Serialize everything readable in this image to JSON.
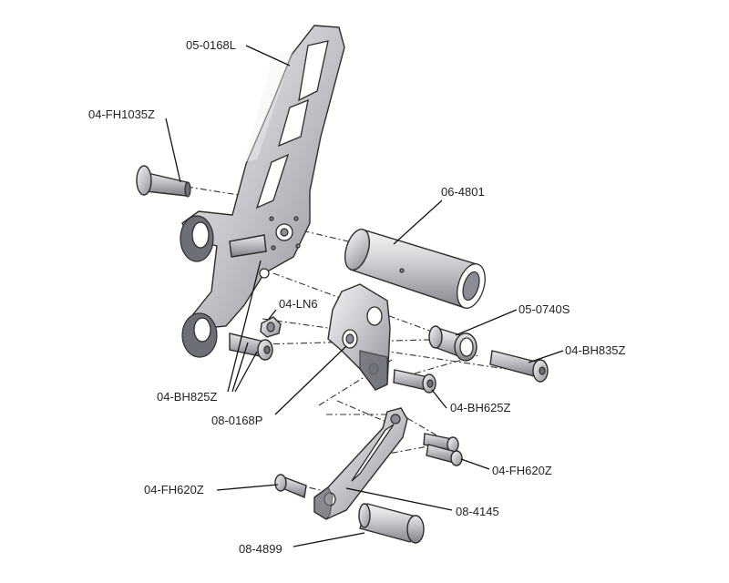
{
  "diagram": {
    "labels": {
      "rearset_plate_left": "05-0168L",
      "bolt_fh1035": "04-FH1035Z",
      "peg_06_4801": "06-4801",
      "nut_ln6": "04-LN6",
      "bushing_0740": "05-0740S",
      "bolt_bh835": "04-BH835Z",
      "bolt_bh825": "04-BH825Z",
      "pivot_block": "08-0168P",
      "bolt_bh625": "04-BH625Z",
      "bolt_fh620_right": "04-FH620Z",
      "bolt_fh620_left": "04-FH620Z",
      "lever_arm": "08-4145",
      "peg_08_4899": "08-4899"
    }
  }
}
